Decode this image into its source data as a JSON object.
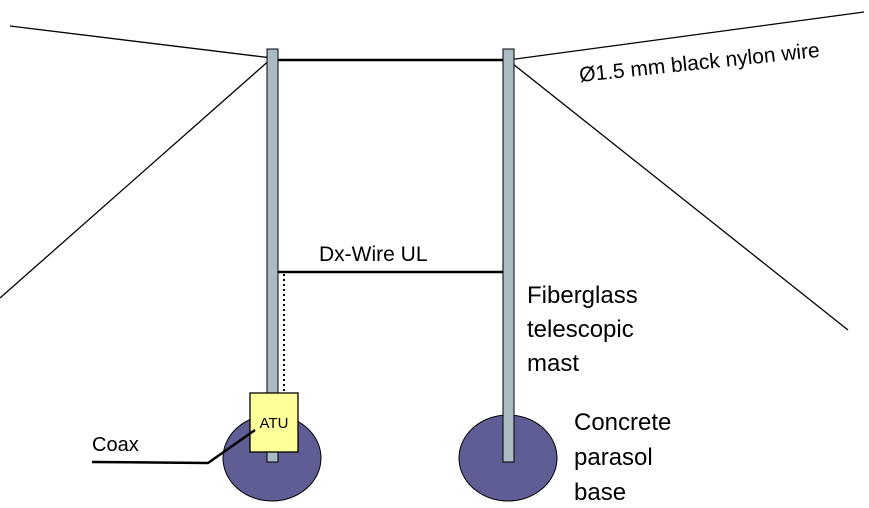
{
  "labels": {
    "guy_wire": "Ø1.5 mm black nylon wire",
    "antenna": "Dx-Wire UL",
    "mast": [
      "Fiberglass",
      "telescopic",
      "mast"
    ],
    "base": [
      "Concrete",
      "parasol",
      "base"
    ],
    "coax": "Coax",
    "atu": "ATU"
  },
  "colors": {
    "mast": "#a9bcc4",
    "base": "#5e5e94",
    "atu": "#ffff99",
    "line": "#000000"
  }
}
